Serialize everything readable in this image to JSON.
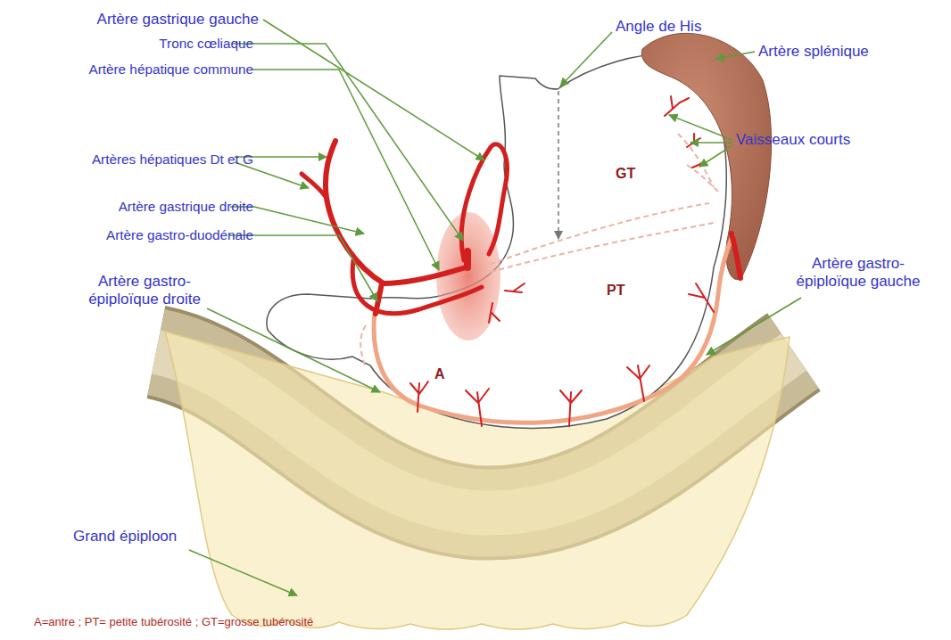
{
  "diagram": {
    "labels": [
      "Artère gastrique gauche",
      "Tronc cœliaque",
      "Artère hépatique commune",
      "Artères hépatiques Dt et G",
      "Artère gastrique droite",
      "Artère gastro-duodénale",
      "Artère gastro- épiploïque droite",
      "Grand épiploon",
      "Angle de His",
      "Artère splénique",
      "Vaisseaux courts",
      "Artère gastro- épiploïque gauche",
      "GT",
      "PT",
      "A",
      "A=antre ; PT= petite tubérosité ; GT=grosse tubérosité"
    ]
  }
}
